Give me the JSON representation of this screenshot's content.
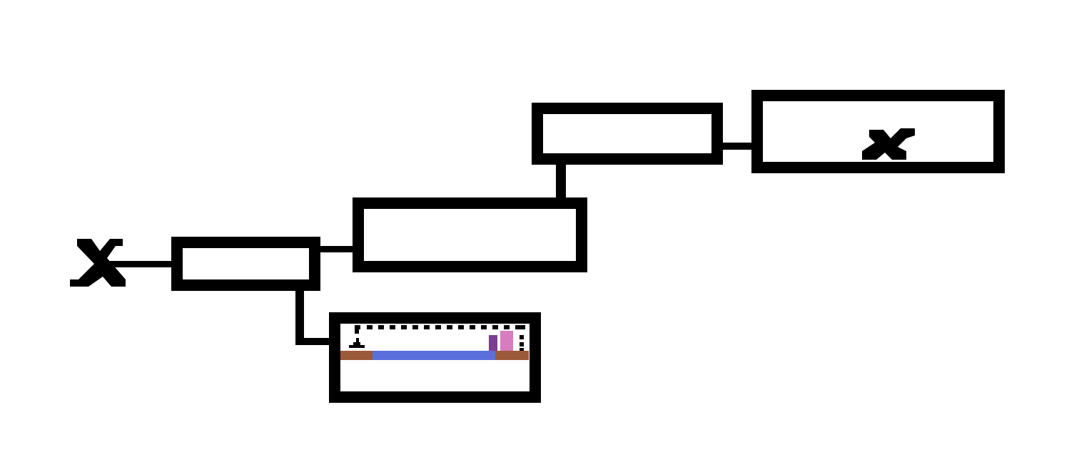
{
  "map": {
    "rooms": [
      {
        "id": "room-small-left",
        "marker": ""
      },
      {
        "id": "room-middle",
        "marker": ""
      },
      {
        "id": "room-upper",
        "marker": ""
      },
      {
        "id": "room-far-right",
        "marker": "x-marker"
      },
      {
        "id": "room-current",
        "marker": "preview"
      }
    ],
    "exit_marker": "x-marker"
  },
  "preview": {
    "colors": {
      "floor_left": "#9b5a3a",
      "floor_right": "#9b5a3a",
      "water": "#5a6fdc",
      "pillar_dark": "#7a3f8e",
      "pillar_light": "#d77cbf"
    }
  }
}
